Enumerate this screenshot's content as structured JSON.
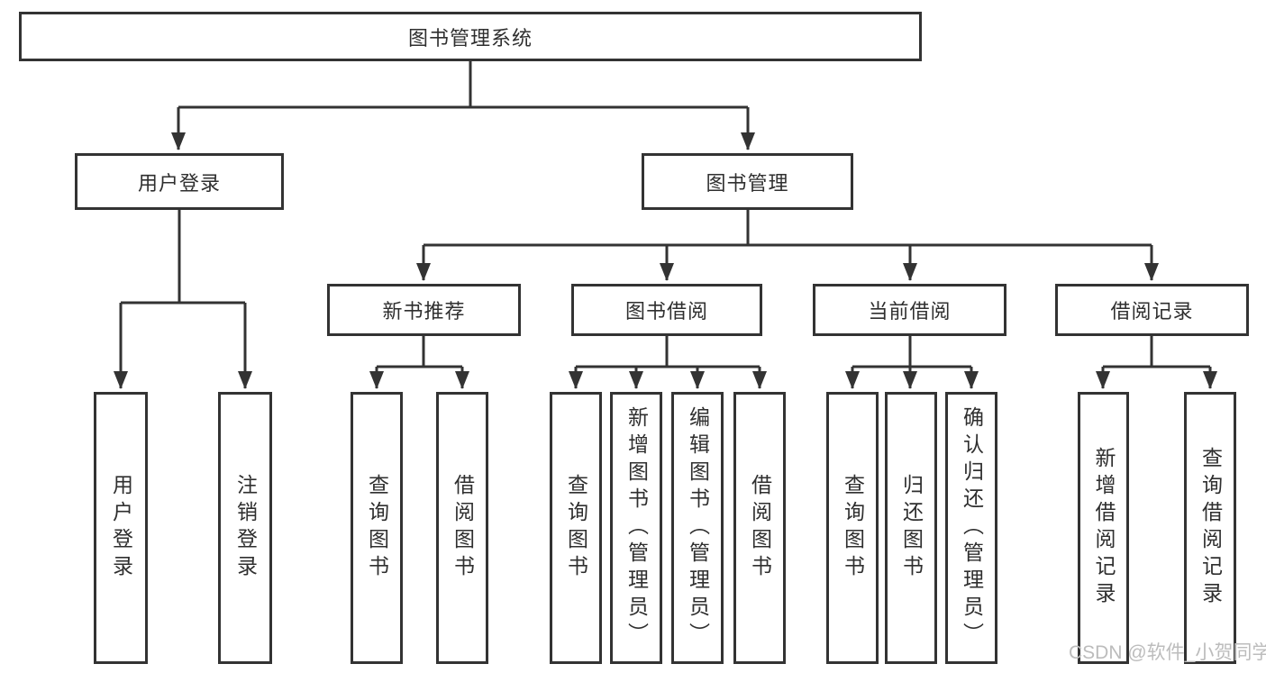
{
  "tree": {
    "root": {
      "label": "图书管理系统",
      "children": [
        {
          "label": "用户登录",
          "children": [
            {
              "label": "用户登录"
            },
            {
              "label": "注销登录"
            }
          ]
        },
        {
          "label": "图书管理",
          "children": [
            {
              "label": "新书推荐",
              "children": [
                {
                  "label": "查询图书"
                },
                {
                  "label": "借阅图书"
                }
              ]
            },
            {
              "label": "图书借阅",
              "children": [
                {
                  "label": "查询图书"
                },
                {
                  "label": "新增图书（管理员）"
                },
                {
                  "label": "编辑图书（管理员）"
                },
                {
                  "label": "借阅图书"
                }
              ]
            },
            {
              "label": "当前借阅",
              "children": [
                {
                  "label": "查询图书"
                },
                {
                  "label": "归还图书"
                },
                {
                  "label": "确认归还（管理员）"
                }
              ]
            },
            {
              "label": "借阅记录",
              "children": [
                {
                  "label": "新增借阅记录"
                },
                {
                  "label": "查询借阅记录"
                }
              ]
            }
          ]
        }
      ]
    }
  },
  "watermark": {
    "text": "CSDN @软件_小贺同学",
    "color": "#bcbcbc"
  },
  "colors": {
    "line": "#333333",
    "text": "#2f2f2f",
    "box_background": "#ffffff",
    "page_background": "#ffffff"
  }
}
